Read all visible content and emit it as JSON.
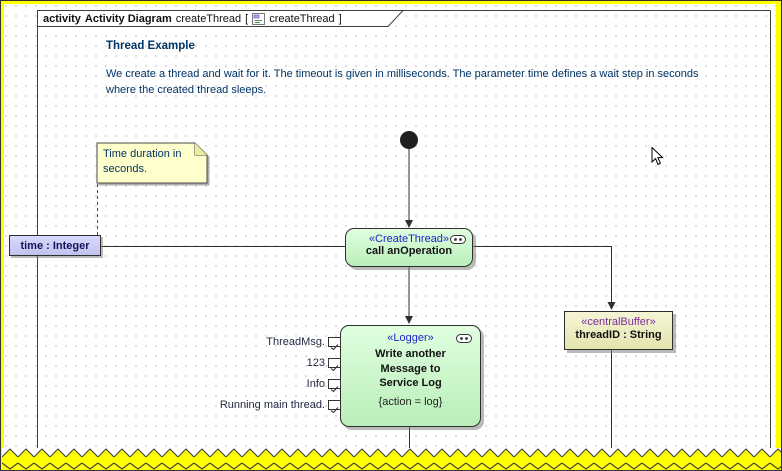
{
  "header": {
    "activity_keyword": "activity",
    "diagram_type": "Activity Diagram",
    "diagram_name": "createThread",
    "ref_open": "[",
    "ref_name": "createThread",
    "ref_close": "]"
  },
  "doc": {
    "title": "Thread Example",
    "body": "We create a thread and wait for it. The timeout is given in milliseconds. The parameter time defines a wait step in seconds where the created thread sleeps."
  },
  "note": {
    "text": "Time duration in seconds."
  },
  "activity_parameter": {
    "label": "time : Integer"
  },
  "actions": {
    "create_thread": {
      "stereotype": "«CreateThread»",
      "label": "call anOperation"
    },
    "logger": {
      "stereotype": "«Logger»",
      "name_lines": [
        "Write another",
        "Message to",
        "Service Log"
      ],
      "constraint": "{action = log}"
    }
  },
  "central_buffer": {
    "stereotype": "«centralBuffer»",
    "label": "threadID : String"
  },
  "pins": [
    {
      "label": "ThreadMsg."
    },
    {
      "label": "123"
    },
    {
      "label": "Info"
    },
    {
      "label": "Running main thread."
    }
  ],
  "colors": {
    "canvas_border": "#ffff00",
    "action_fill_green": "#cdf3cd",
    "buffer_fill_tan": "#ecedbd",
    "parameter_fill_lavender": "#ccccf2",
    "note_fill_yellow": "#ffffcc",
    "stereotype_blue": "#2323cd",
    "stereotype_purple": "#7b2d9e",
    "doc_text_navy": "#003366"
  }
}
